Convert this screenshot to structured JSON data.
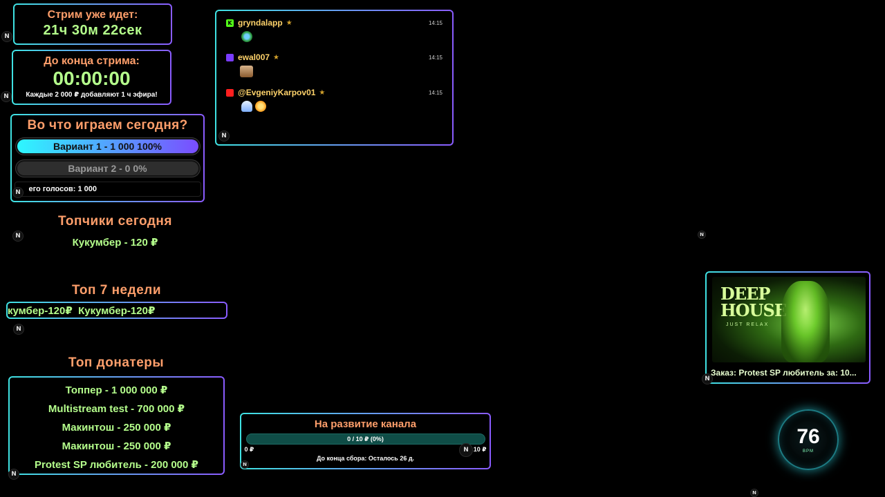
{
  "stream_timer": {
    "title": "Стрим уже идет:",
    "value": "21ч 30м 22сек"
  },
  "end_timer": {
    "title": "До конца стрима:",
    "value": "00:00:00",
    "note": "Каждые 2 000 ₽ добавляют 1 ч эфира!"
  },
  "vote": {
    "question": "Во что играем сегодня?",
    "options": [
      {
        "label": "Вариант 1 - 1 000  100%",
        "percent": 100
      },
      {
        "label": "Вариант 2 - 0  0%",
        "percent": 0
      }
    ],
    "total": "его голосов: 1 000"
  },
  "chat": {
    "messages": [
      {
        "platform": "kick",
        "platform_icon": "K",
        "user": "gryndalapp",
        "time": "14:15",
        "emotes": [
          "globe-emote"
        ]
      },
      {
        "platform": "twitch",
        "platform_icon": "twitch-icon",
        "user": "ewal007",
        "time": "14:15",
        "emotes": [
          "face-emote"
        ]
      },
      {
        "platform": "youtube",
        "platform_icon": "youtube-icon",
        "user": "@EvgeniyKarpov01",
        "time": "14:15",
        "emotes": [
          "ghost-emote",
          "fire-hand-emote"
        ]
      }
    ]
  },
  "top_today": {
    "title": "Топчики сегодня",
    "entries": [
      "Кукумбер - 120 ₽"
    ]
  },
  "top_week": {
    "title": "Топ 7 недели",
    "ticker": "кумбер-120₽  Кукумбер-120₽"
  },
  "top_donors": {
    "title": "Топ донатеры",
    "entries": [
      "Топпер - 1 000 000 ₽",
      "Multistream test - 700 000 ₽",
      "Макинтош - 250 000 ₽",
      "Макинтош - 250 000 ₽",
      "Protest SP любитель - 200 000 ₽"
    ]
  },
  "fundraiser": {
    "title": "На развитие канала",
    "progress_text": "0 / 10 ₽ (0%)",
    "progress": 0,
    "min_label": "0 ₽",
    "max_label": "10 ₽",
    "remaining": "До конца сбора: Осталось 26 д."
  },
  "now_playing": {
    "cover_title_1": "DEEP",
    "cover_title_2": "HOUSE",
    "cover_subtitle": "JUST RELAX",
    "caption": "Заказ: Protest SP любитель за: 10..."
  },
  "bpm": {
    "value": "76",
    "unit": "BPM"
  },
  "badge_letter": "N",
  "colors": {
    "accent_cyan": "#3fe3e3",
    "accent_purple": "#8a5cff",
    "orange_title": "#ff9f6b",
    "green_text": "#b5ff8c"
  }
}
